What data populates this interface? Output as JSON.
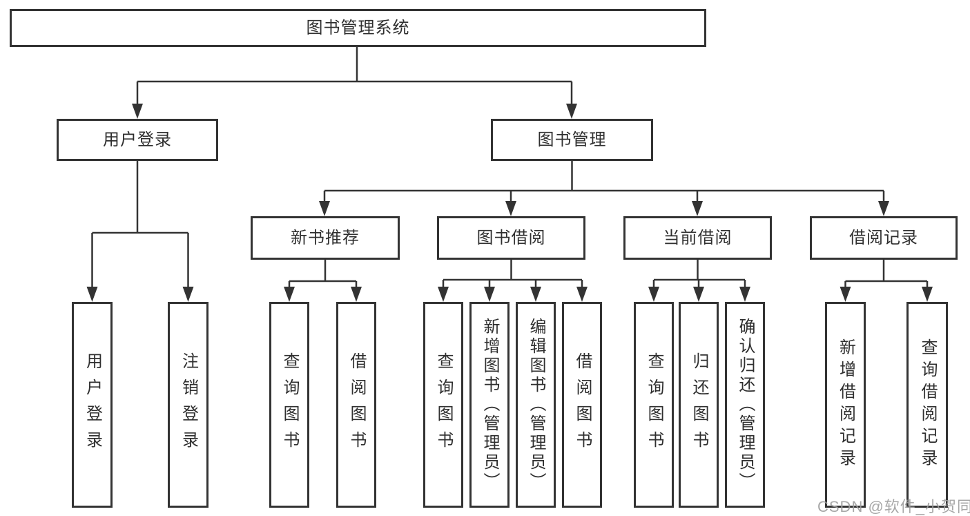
{
  "diagram": {
    "type": "tree",
    "title": "图书管理系统"
  },
  "tree": {
    "label": "图书管理系统",
    "children": [
      {
        "label": "用户登录",
        "children": [
          {
            "label": "用户登录"
          },
          {
            "label": "注销登录"
          }
        ]
      },
      {
        "label": "图书管理",
        "children": [
          {
            "label": "新书推荐",
            "children": [
              {
                "label": "查询图书"
              },
              {
                "label": "借阅图书"
              }
            ]
          },
          {
            "label": "图书借阅",
            "children": [
              {
                "label": "查询图书"
              },
              {
                "label": "新增图书（管理员）"
              },
              {
                "label": "编辑图书（管理员）"
              },
              {
                "label": "借阅图书"
              }
            ]
          },
          {
            "label": "当前借阅",
            "children": [
              {
                "label": "查询图书"
              },
              {
                "label": "归还图书"
              },
              {
                "label": "确认归还（管理员）"
              }
            ]
          },
          {
            "label": "借阅记录",
            "children": [
              {
                "label": "新增借阅记录"
              },
              {
                "label": "查询借阅记录"
              }
            ]
          }
        ]
      }
    ]
  },
  "watermark": {
    "text": "CSDN @软件_小贺同学",
    "color": "#9e9e9e"
  },
  "colors": {
    "line": "#333333",
    "box_border": "#333333",
    "text": "#2f2f2f",
    "background": "#ffffff"
  }
}
